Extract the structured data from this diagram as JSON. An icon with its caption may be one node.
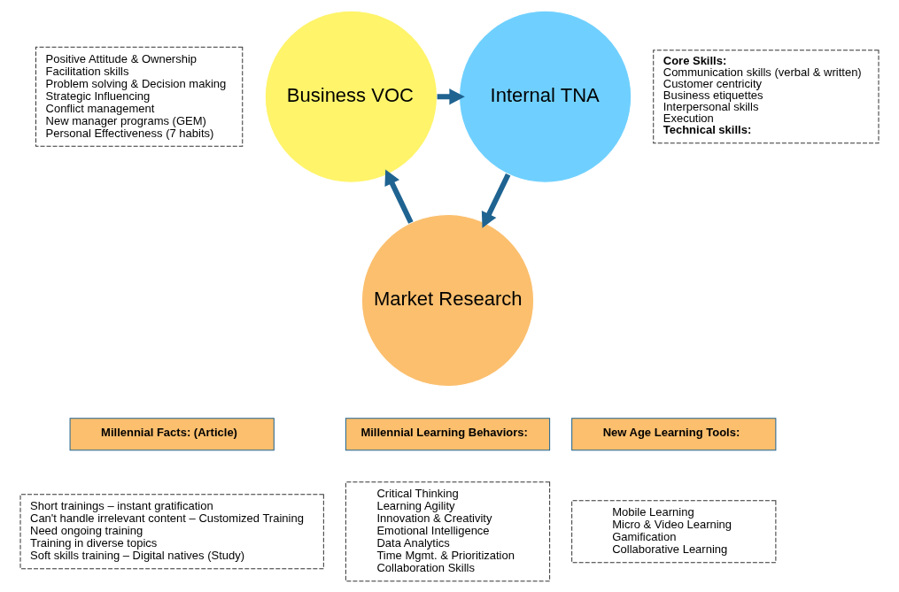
{
  "diagram": {
    "nodes": [
      {
        "text": [
          "Positive Attitude & Ownership",
          "Facilitation skills",
          "Problem solving & Decision making",
          "Strategic Influencing",
          "Conflict management",
          "New manager programs (GEM)",
          "Personal Effectiveness (7 habits)"
        ]
      },
      {
        "text": [
          "Business VOC"
        ]
      },
      {
        "text": [
          "Internal TNA"
        ]
      },
      {
        "text": [
          "Core Skills:",
          "Communication skills (verbal & written)",
          "Customer centricity",
          "Business etiquettes",
          "Interpersonal skills",
          "Execution",
          "Technical skills:"
        ]
      },
      {
        "text": [
          "Market Research"
        ]
      },
      {
        "text": [
          "Millennial Facts: (Article)"
        ]
      },
      {
        "text": [
          "Short trainings – instant gratification",
          "Can't handle irrelevant content – Customized Training",
          "Need ongoing training",
          "Training in diverse topics",
          "Soft skills training – Digital natives (Study)"
        ]
      },
      {
        "text": [
          "Millennial Learning Behaviors:"
        ]
      },
      {
        "text": [
          "Critical Thinking",
          "Learning Agility",
          "Innovation & Creativity",
          "Emotional Intelligence",
          "Data Analytics",
          "Time Mgmt. & Prioritization",
          "Collaboration Skills"
        ]
      },
      {
        "text": [
          "New Age Learning Tools:"
        ]
      },
      {
        "text": [
          "Mobile Learning",
          "Micro & Video Learning",
          "Gamification",
          "Collaborative Learning"
        ]
      }
    ],
    "edges": [
      {
        "from": 1,
        "to": 2,
        "arrow": "to"
      },
      {
        "from": 2,
        "to": 4,
        "arrow": "to"
      },
      {
        "from": 4,
        "to": 1,
        "arrow": "to"
      }
    ]
  }
}
